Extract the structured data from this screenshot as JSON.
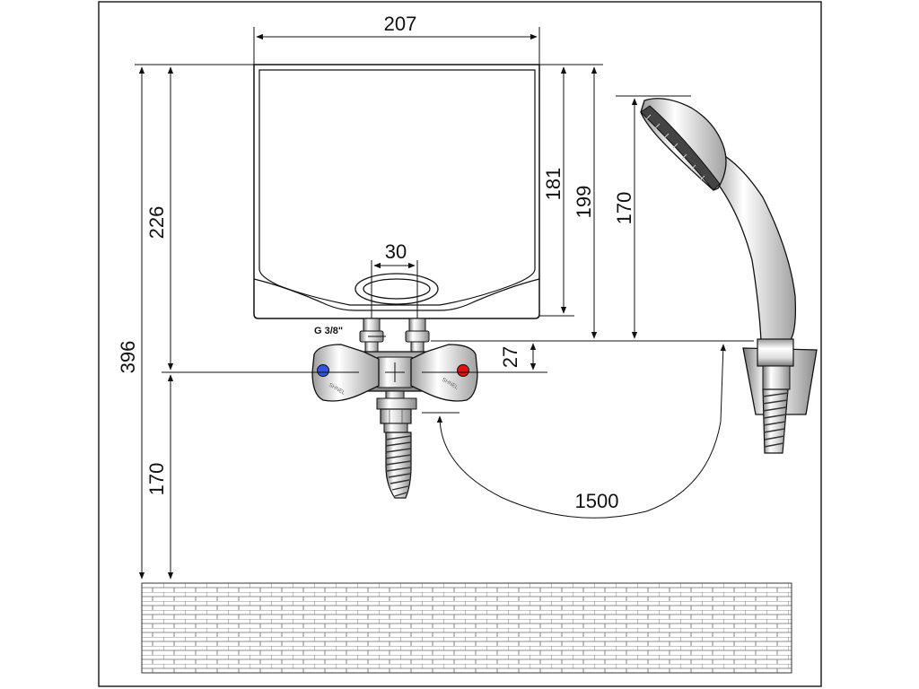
{
  "dimensions": {
    "width_top": "207",
    "outlet_spacing": "30",
    "height_181": "181",
    "height_199": "199",
    "height_shower": "170",
    "height_226": "226",
    "height_total": "396",
    "height_lower": "170",
    "mixer_height": "27",
    "hose_length": "1500"
  },
  "labels": {
    "thread": "G 3/8\""
  },
  "colors": {
    "line": "#1a1a1a",
    "cold_knob": "#3355dd",
    "hot_knob": "#dd1111",
    "body_fill": "#ffffff",
    "chrome_light": "#f0f0f0",
    "chrome_dark": "#8a8a8a",
    "shower_head_face": "#444444",
    "brick_line": "#555555"
  },
  "icons": {
    "cold_knob": "cold-water-knob-icon",
    "hot_knob": "hot-water-knob-icon",
    "shower_head": "hand-shower-icon",
    "hose": "flexible-hose-icon",
    "wall": "brick-wall-icon"
  }
}
